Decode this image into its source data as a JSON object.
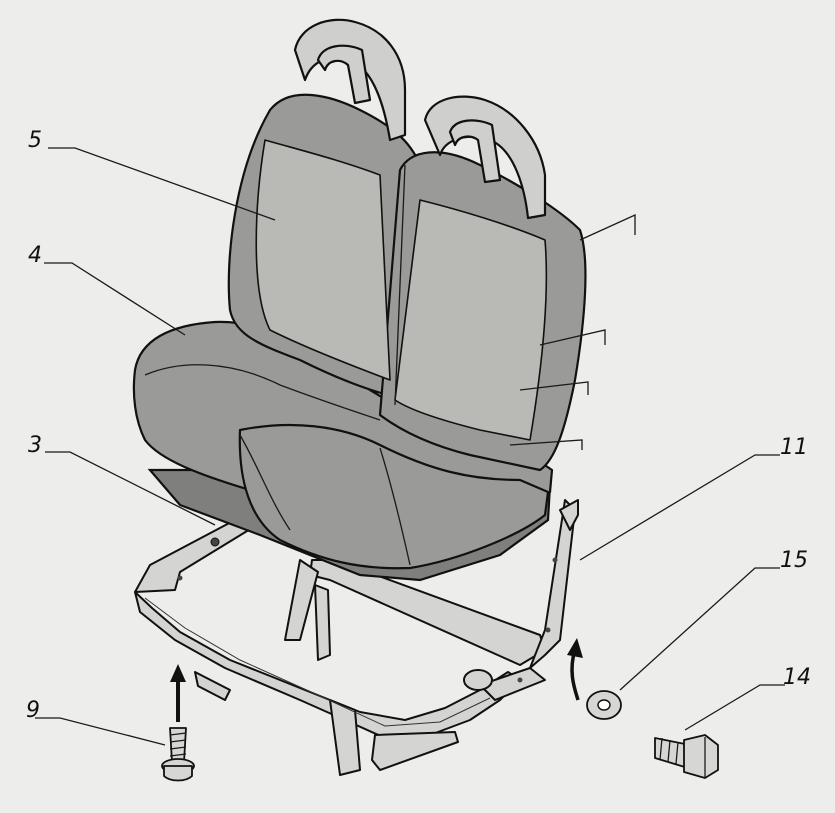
{
  "callouts": [
    {
      "id": "5",
      "label": "5"
    },
    {
      "id": "4",
      "label": "4"
    },
    {
      "id": "3",
      "label": "3"
    },
    {
      "id": "11",
      "label": "11"
    },
    {
      "id": "15",
      "label": "15"
    },
    {
      "id": "14",
      "label": "14"
    },
    {
      "id": "9",
      "label": "9"
    }
  ]
}
